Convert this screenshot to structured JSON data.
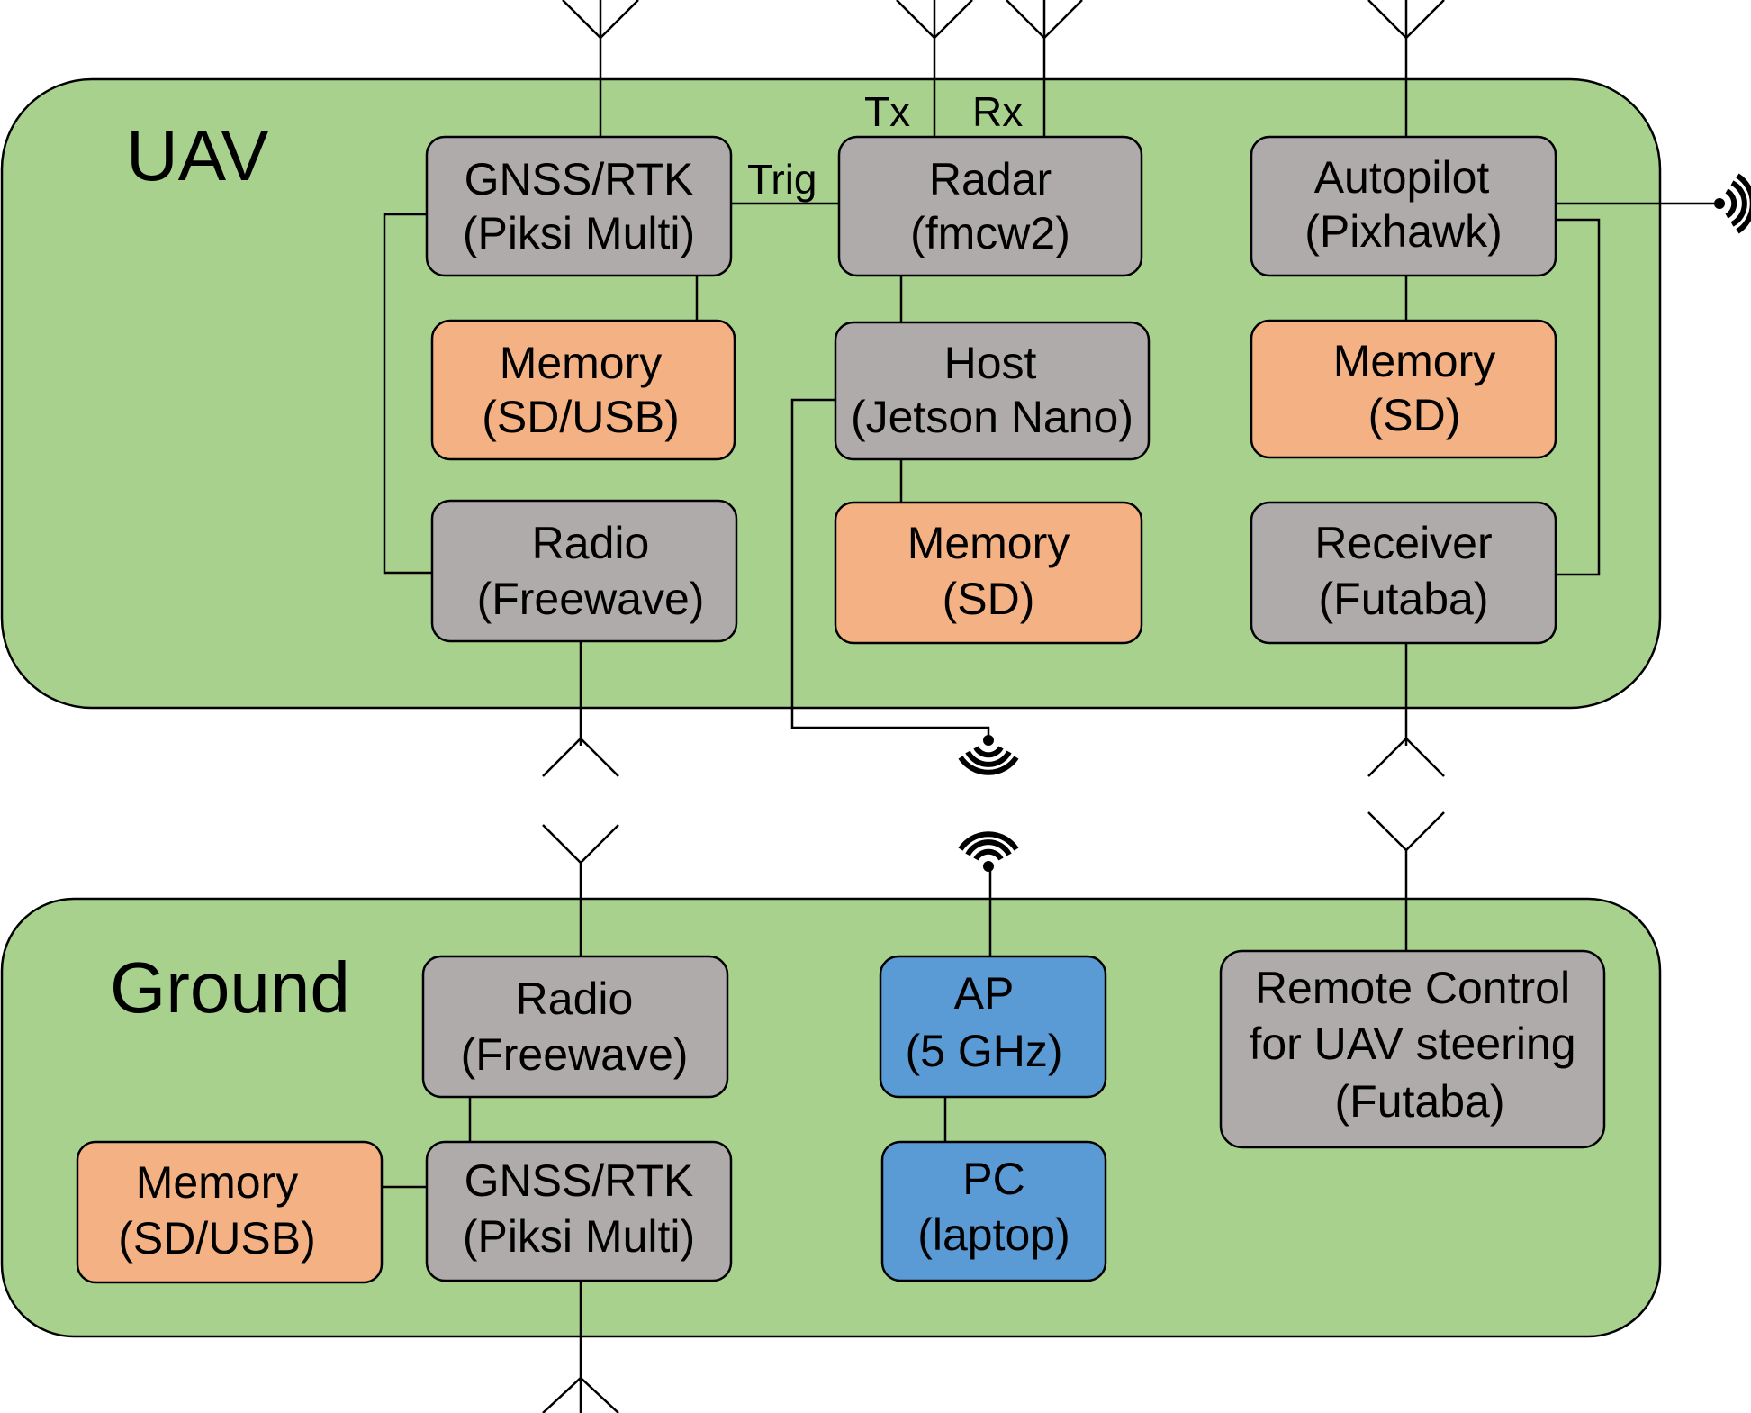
{
  "colors": {
    "region": "#a8d18e",
    "gray": "#afabab",
    "orange": "#f4b183",
    "blue": "#5b9bd5",
    "line": "#000000"
  },
  "regions": {
    "uav": "UAV",
    "ground": "Ground"
  },
  "signal_labels": {
    "tx": "Tx",
    "rx": "Rx",
    "trig": "Trig"
  },
  "uav": {
    "gnss": [
      "GNSS/RTK",
      "(Piksi Multi)"
    ],
    "gnss_memory": [
      "Memory",
      "(SD/USB)"
    ],
    "radio": [
      "Radio",
      "(Freewave)"
    ],
    "radar": [
      "Radar",
      "(fmcw2)"
    ],
    "host": [
      "Host",
      "(Jetson Nano)"
    ],
    "host_memory": [
      "Memory",
      "(SD)"
    ],
    "autopilot": [
      "Autopilot",
      "(Pixhawk)"
    ],
    "autopilot_memory": [
      "Memory",
      "(SD)"
    ],
    "receiver": [
      "Receiver",
      "(Futaba)"
    ]
  },
  "ground": {
    "radio": [
      "Radio",
      "(Freewave)"
    ],
    "memory": [
      "Memory",
      "(SD/USB)"
    ],
    "gnss": [
      "GNSS/RTK",
      "(Piksi Multi)"
    ],
    "ap": [
      "AP",
      "(5 GHz)"
    ],
    "pc": [
      "PC",
      "(laptop)"
    ],
    "remote": [
      "Remote Control",
      "for UAV steering",
      "(Futaba)"
    ]
  }
}
